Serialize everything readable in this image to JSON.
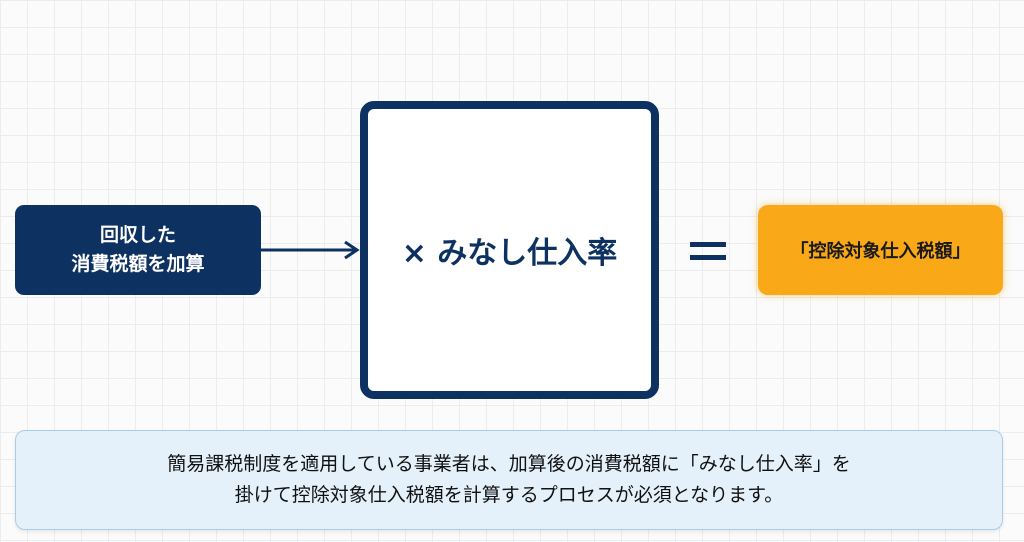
{
  "left_box": {
    "line1": "回収した",
    "line2": "消費税額を加算"
  },
  "center_box": {
    "label": "× みなし仕入率"
  },
  "operator": {
    "name": "equals-icon"
  },
  "right_box": {
    "label": "「控除対象仕入税額」"
  },
  "note": {
    "line1": "簡易課税制度を適用している事業者は、加算後の消費税額に「みなし仕入率」を",
    "line2": "掛けて控除対象仕入税額を計算するプロセスが必須となります。"
  },
  "colors": {
    "navy": "#0d3160",
    "orange": "#f9a818",
    "note_bg": "#e4f1fa"
  }
}
